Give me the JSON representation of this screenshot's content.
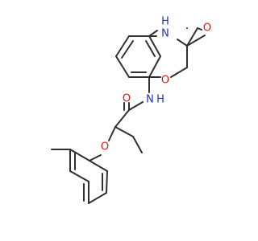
{
  "colors": {
    "bond": "#303030",
    "carbon": "#303030",
    "oxygen": "#e8150e",
    "nitrogen": "#1f32c8"
  },
  "atoms": {
    "ring_nh": "H",
    "ring_n": "N",
    "carbonyl_o_ring": "O",
    "ring_o": "O",
    "amide_n": "N",
    "amide_h": "H",
    "amide_o": "O",
    "ether_o": "O"
  }
}
